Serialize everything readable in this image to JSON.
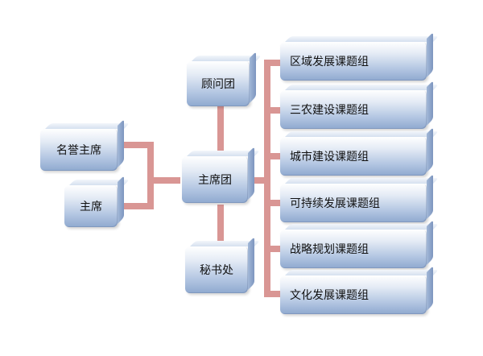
{
  "colors": {
    "connector": "#d99694",
    "box_top": "#ffffff",
    "box_bottom": "#8fa9cf"
  },
  "nodes": {
    "honorary_chairman": "名誉主席",
    "chairman": "主席",
    "presidium": "主席团",
    "advisory_group": "顾问团",
    "secretariat": "秘书处",
    "groups": [
      "区域发展课题组",
      "三农建设课题组",
      "城市建设课题组",
      "可持续发展课题组",
      "战略规划课题组",
      "文化发展课题组"
    ]
  }
}
